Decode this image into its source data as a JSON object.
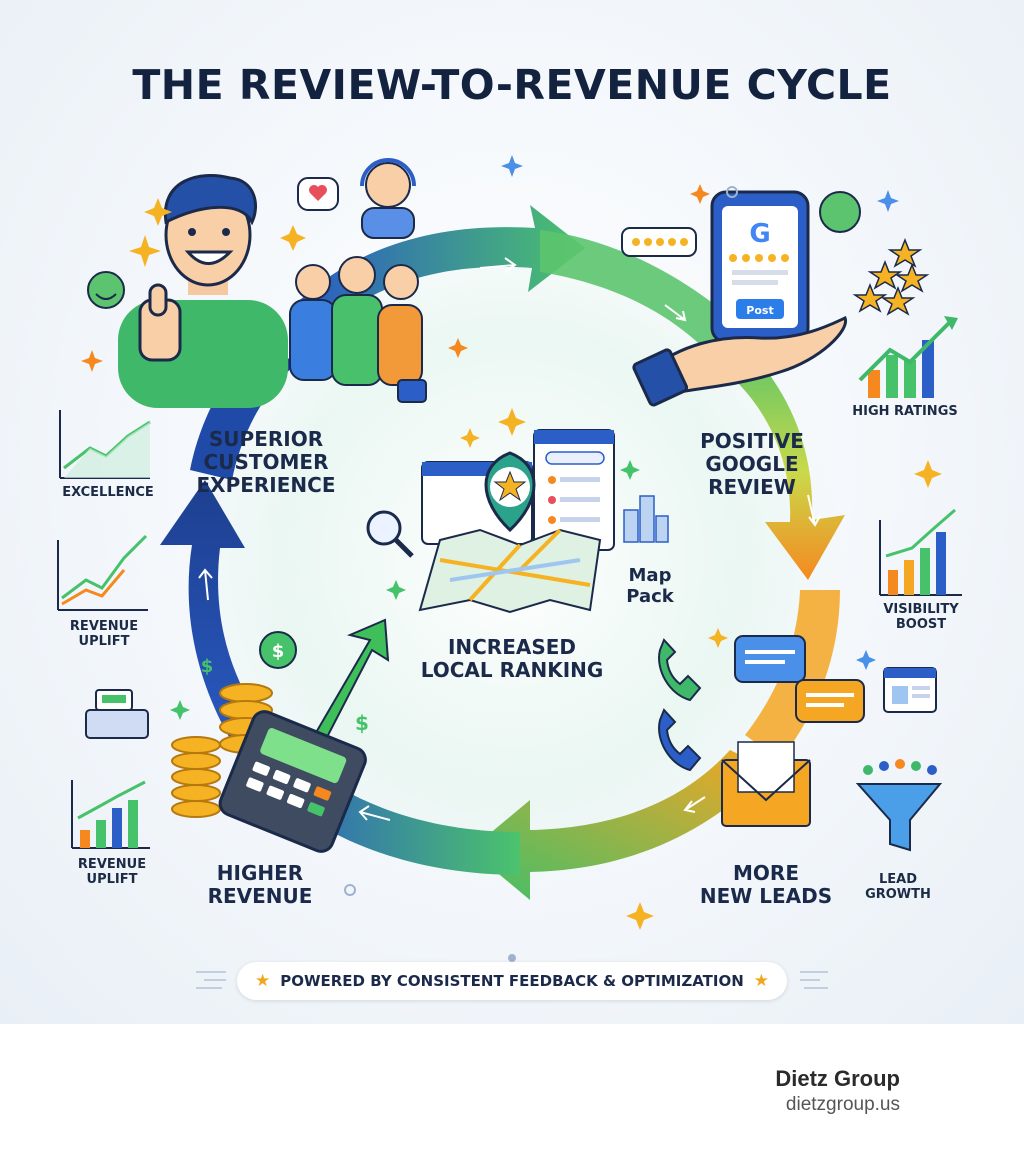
{
  "title": "THE REVIEW-TO-REVENUE CYCLE",
  "stages": {
    "experience": [
      "SUPERIOR",
      "CUSTOMER",
      "EXPERIENCE"
    ],
    "review": [
      "POSITIVE",
      "GOOGLE",
      "REVIEW"
    ],
    "ranking": [
      "INCREASED",
      "LOCAL RANKING"
    ],
    "leads": [
      "MORE",
      "NEW LEADS"
    ],
    "revenue": [
      "HIGHER",
      "REVENUE"
    ]
  },
  "side_labels": {
    "excellence": "EXCELLENCE",
    "revenue_uplift_1": [
      "REVENUE",
      "UPLIFT"
    ],
    "revenue_uplift_2": [
      "REVENUE",
      "UPLIFT"
    ],
    "high_ratings": "HIGH RATINGS",
    "visibility_boost": [
      "VISIBILITY",
      "BOOST"
    ],
    "lead_growth": [
      "LEAD",
      "GROWTH"
    ]
  },
  "map_pack": [
    "Map",
    "Pack"
  ],
  "phone": {
    "post_button": "Post",
    "google_letter": "G"
  },
  "currency_symbol": "$",
  "footer": "POWERED BY CONSISTENT FEEDBACK & OPTIMIZATION",
  "footer_star": "★",
  "brand": {
    "name": "Dietz Group",
    "site": "dietzgroup.us"
  },
  "colors": {
    "navy": "#12223f",
    "blue": "#2b5fc7",
    "green": "#46c26a",
    "orange": "#f5891f",
    "gold": "#f5b324"
  }
}
